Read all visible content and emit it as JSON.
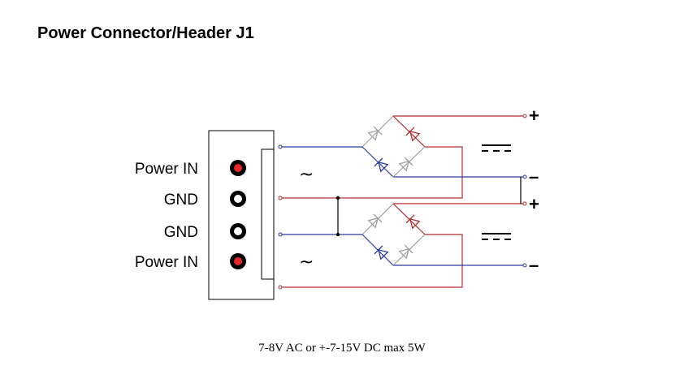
{
  "title": "Power Connector/Header J1",
  "pins": [
    {
      "label": "Power IN",
      "color": "#e8262a"
    },
    {
      "label": "GND",
      "color": "#ffffff"
    },
    {
      "label": "GND",
      "color": "#ffffff"
    },
    {
      "label": "Power IN",
      "color": "#e8262a"
    }
  ],
  "ac_symbol": "~",
  "outputs": {
    "plus": "+",
    "minus": "–"
  },
  "caption": "7-8V AC or +-7-15V DC max 5W",
  "colors": {
    "positive": "#b03030",
    "negative": "#2a3aa0",
    "diode_gray": "#a0a0a0"
  }
}
